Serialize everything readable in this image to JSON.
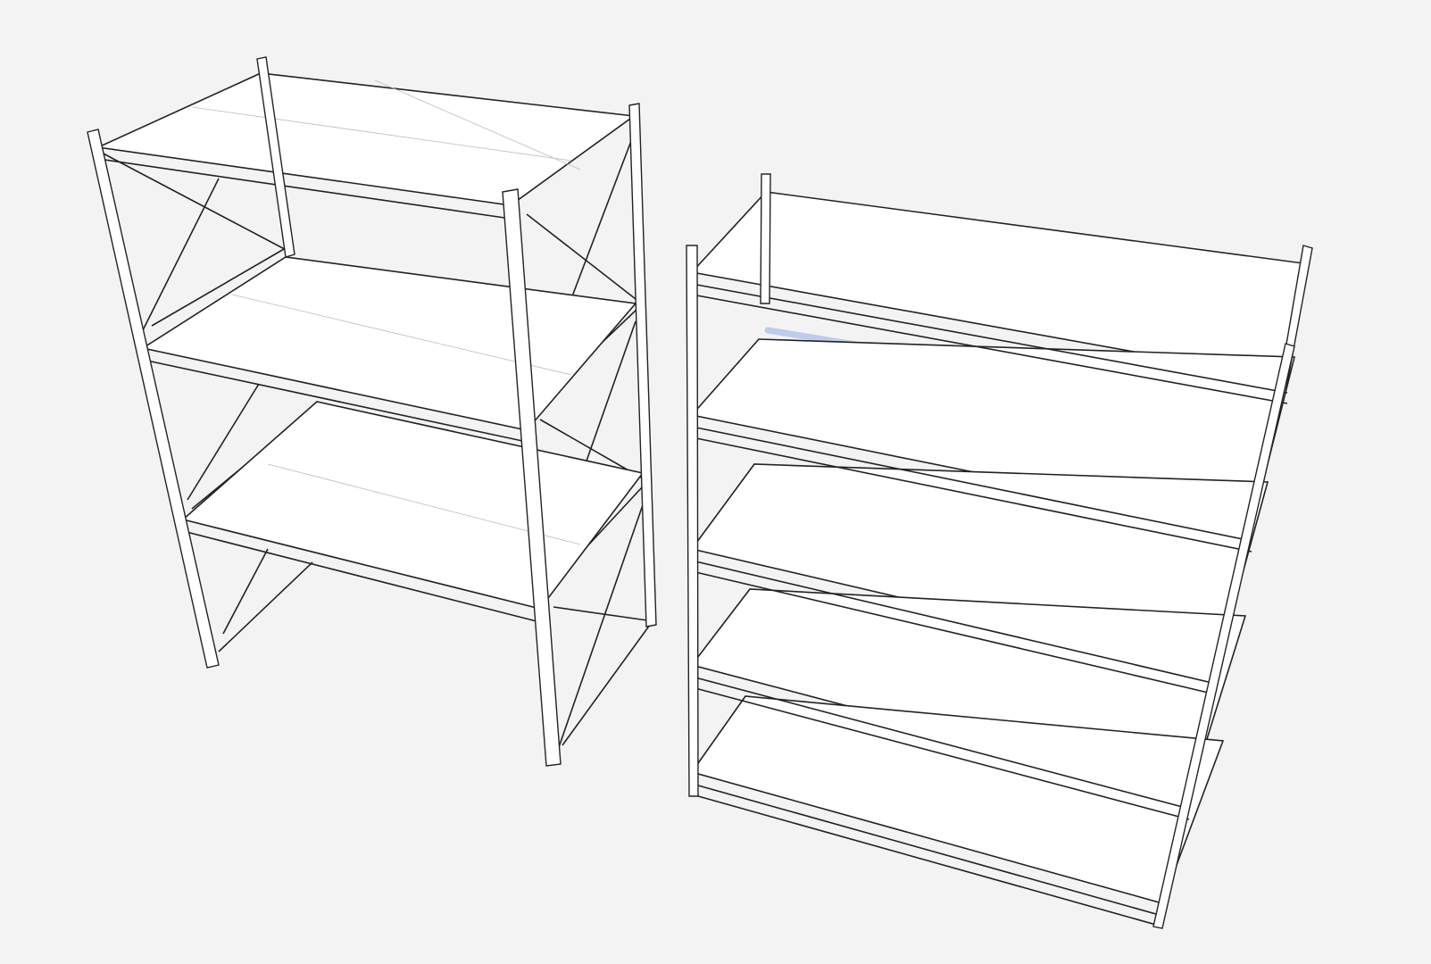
{
  "scene": {
    "background_color": "#f3f3f3",
    "line_color": "#222222",
    "shadow_color": "#a9bfea",
    "objects": [
      {
        "name": "left-shelving-unit",
        "shelf_count": 3,
        "bracing": "cross-braced"
      },
      {
        "name": "right-shelving-unit",
        "shelf_count": 5,
        "bracing": "none"
      }
    ]
  }
}
